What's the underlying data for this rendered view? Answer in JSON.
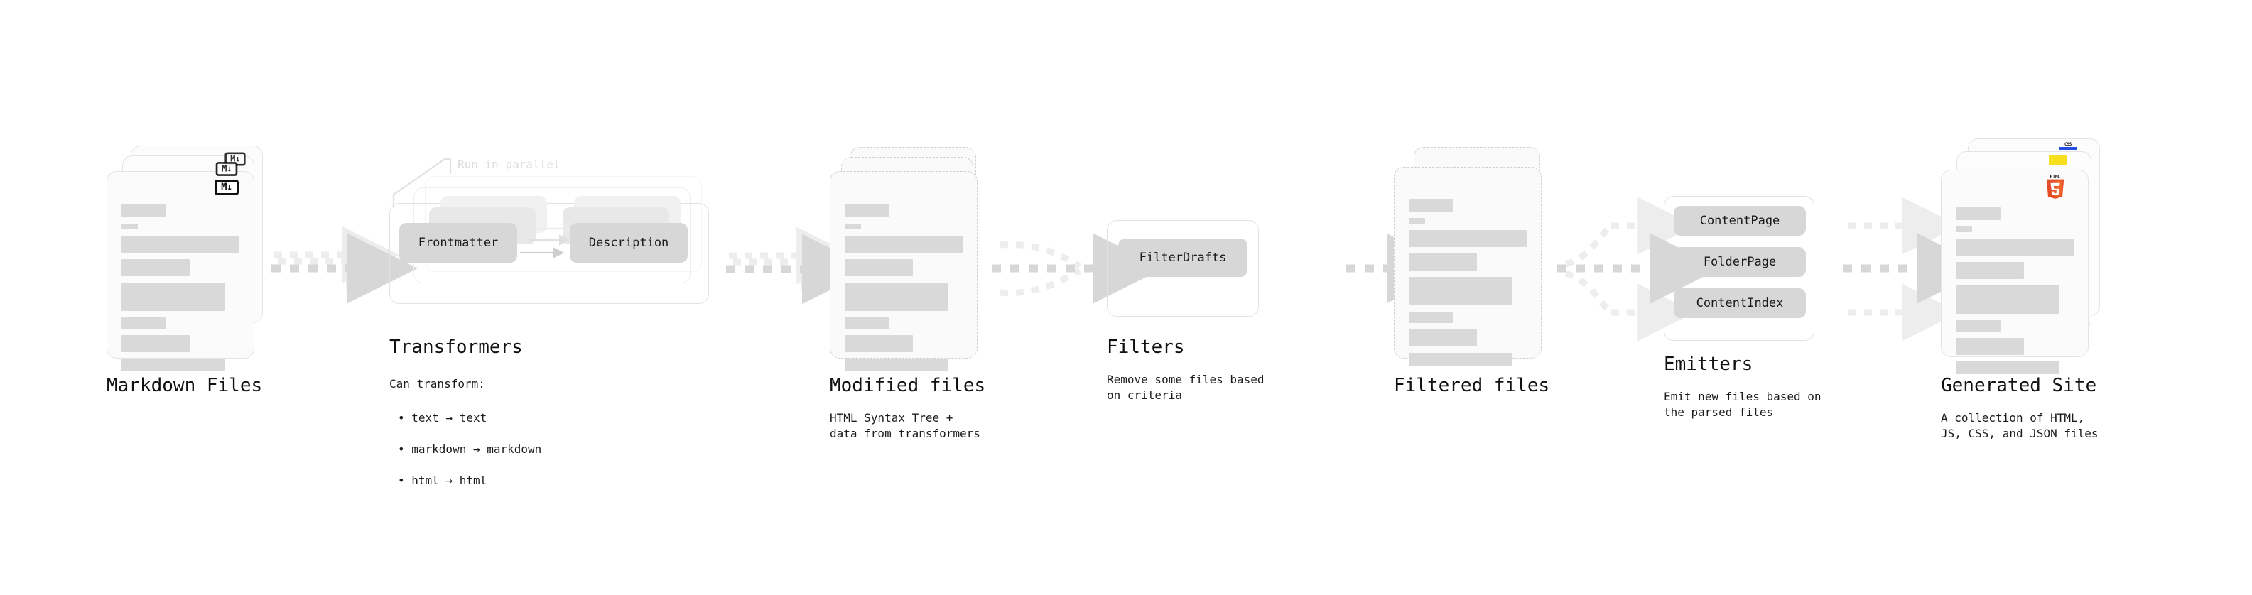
{
  "diagram": {
    "title_hidden": "",
    "stages": [
      {
        "key": "markdown_files",
        "title": "Markdown Files",
        "subtitle": "",
        "badge": "markdown-badge",
        "badge_text": "M↓"
      },
      {
        "key": "transformers",
        "title": "Transformers",
        "subtitle": "Can transform:",
        "annotation": "Run in parallel",
        "pills": [
          "Frontmatter",
          "Description"
        ],
        "list": [
          "• text → text",
          "• markdown → markdown",
          "• html → html"
        ]
      },
      {
        "key": "modified_files",
        "title": "Modified files",
        "subtitle": "HTML Syntax Tree +\ndata from transformers"
      },
      {
        "key": "filters",
        "title": "Filters",
        "subtitle": "Remove some files based\non criteria",
        "pills": [
          "FilterDrafts"
        ]
      },
      {
        "key": "filtered_files",
        "title": "Filtered files",
        "subtitle": ""
      },
      {
        "key": "emitters",
        "title": "Emitters",
        "subtitle": "Emit new files based on\nthe parsed files",
        "pills": [
          "ContentPage",
          "FolderPage",
          "ContentIndex"
        ]
      },
      {
        "key": "generated_site",
        "title": "Generated Site",
        "subtitle": "A collection of HTML,\nJS, CSS, and JSON files",
        "badges": [
          "html5-badge",
          "js-badge",
          "css-badge"
        ],
        "badge_texts": {
          "html5_word": "HTML",
          "html5_digit": "5",
          "css_word": "CSS"
        }
      }
    ],
    "colors": {
      "skeleton_bar": "#d9d9d9",
      "card_bg": "#fbfbfb",
      "card_border": "#e4e4e4",
      "dashed_border": "#cfcfcf",
      "pill_bg": "#d7d7d7",
      "arrow": "#d7d7d7",
      "arrow_faint": "#ececec",
      "annotation_text": "#dcdcdc",
      "text": "#111111",
      "html5_orange": "#e44d26",
      "html5_orange_light": "#f16529",
      "js_yellow": "#f7df1e",
      "css_blue": "#264de4"
    }
  }
}
